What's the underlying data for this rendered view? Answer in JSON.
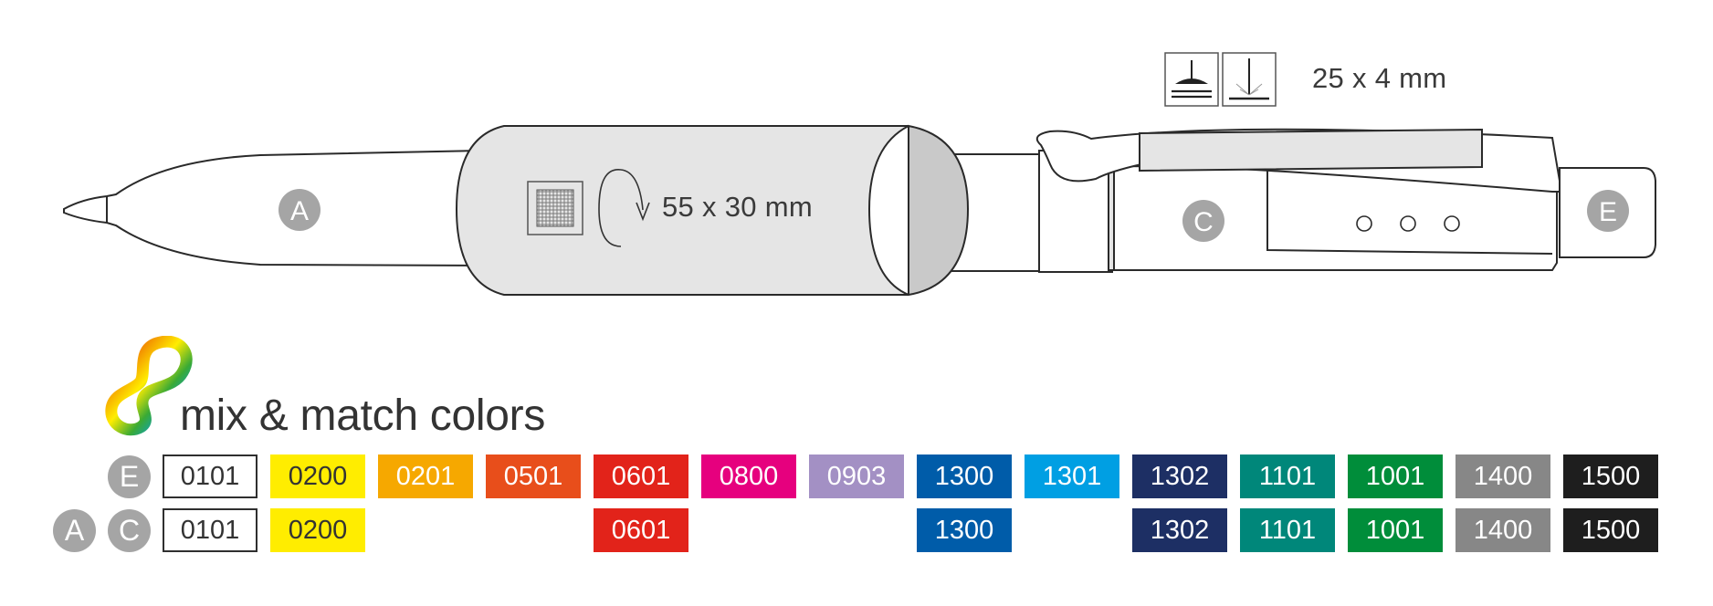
{
  "pen": {
    "part_a": "A",
    "part_c": "C",
    "part_e": "E",
    "barrel_print_size": "55 x 30 mm",
    "clip_print_size": "25 x 4 mm"
  },
  "brand": {
    "tagline": "mix & match colors"
  },
  "rows": [
    {
      "labels": [
        "E"
      ],
      "swatches": [
        {
          "code": "0101",
          "color": "#ffffff",
          "text": "#333333"
        },
        {
          "code": "0200",
          "color": "#ffed00",
          "text": "#333333"
        },
        {
          "code": "0201",
          "color": "#f6a800",
          "text": "#ffffff"
        },
        {
          "code": "0501",
          "color": "#e84e1b",
          "text": "#ffffff"
        },
        {
          "code": "0601",
          "color": "#e2231a",
          "text": "#ffffff"
        },
        {
          "code": "0800",
          "color": "#e6007e",
          "text": "#ffffff"
        },
        {
          "code": "0903",
          "color": "#a390c4",
          "text": "#ffffff"
        },
        {
          "code": "1300",
          "color": "#005ca9",
          "text": "#ffffff"
        },
        {
          "code": "1301",
          "color": "#009fe3",
          "text": "#ffffff"
        },
        {
          "code": "1302",
          "color": "#1d2f64",
          "text": "#ffffff"
        },
        {
          "code": "1101",
          "color": "#00877a",
          "text": "#ffffff"
        },
        {
          "code": "1001",
          "color": "#008d3a",
          "text": "#ffffff"
        },
        {
          "code": "1400",
          "color": "#878787",
          "text": "#ffffff"
        },
        {
          "code": "1500",
          "color": "#1e1e1e",
          "text": "#ffffff"
        }
      ]
    },
    {
      "labels": [
        "A",
        "C"
      ],
      "swatches": [
        {
          "code": "0101",
          "color": "#ffffff",
          "text": "#333333"
        },
        {
          "code": "0200",
          "color": "#ffed00",
          "text": "#333333"
        },
        null,
        null,
        {
          "code": "0601",
          "color": "#e2231a",
          "text": "#ffffff"
        },
        null,
        null,
        {
          "code": "1300",
          "color": "#005ca9",
          "text": "#ffffff"
        },
        null,
        {
          "code": "1302",
          "color": "#1d2f64",
          "text": "#ffffff"
        },
        {
          "code": "1101",
          "color": "#00877a",
          "text": "#ffffff"
        },
        {
          "code": "1001",
          "color": "#008d3a",
          "text": "#ffffff"
        },
        {
          "code": "1400",
          "color": "#878787",
          "text": "#ffffff"
        },
        {
          "code": "1500",
          "color": "#1e1e1e",
          "text": "#ffffff"
        }
      ]
    }
  ],
  "icons": [
    "print-area-icon",
    "rotation-arrow-icon",
    "pad-print-icon",
    "laser-engrave-icon",
    "mix-match-logo-icon"
  ]
}
